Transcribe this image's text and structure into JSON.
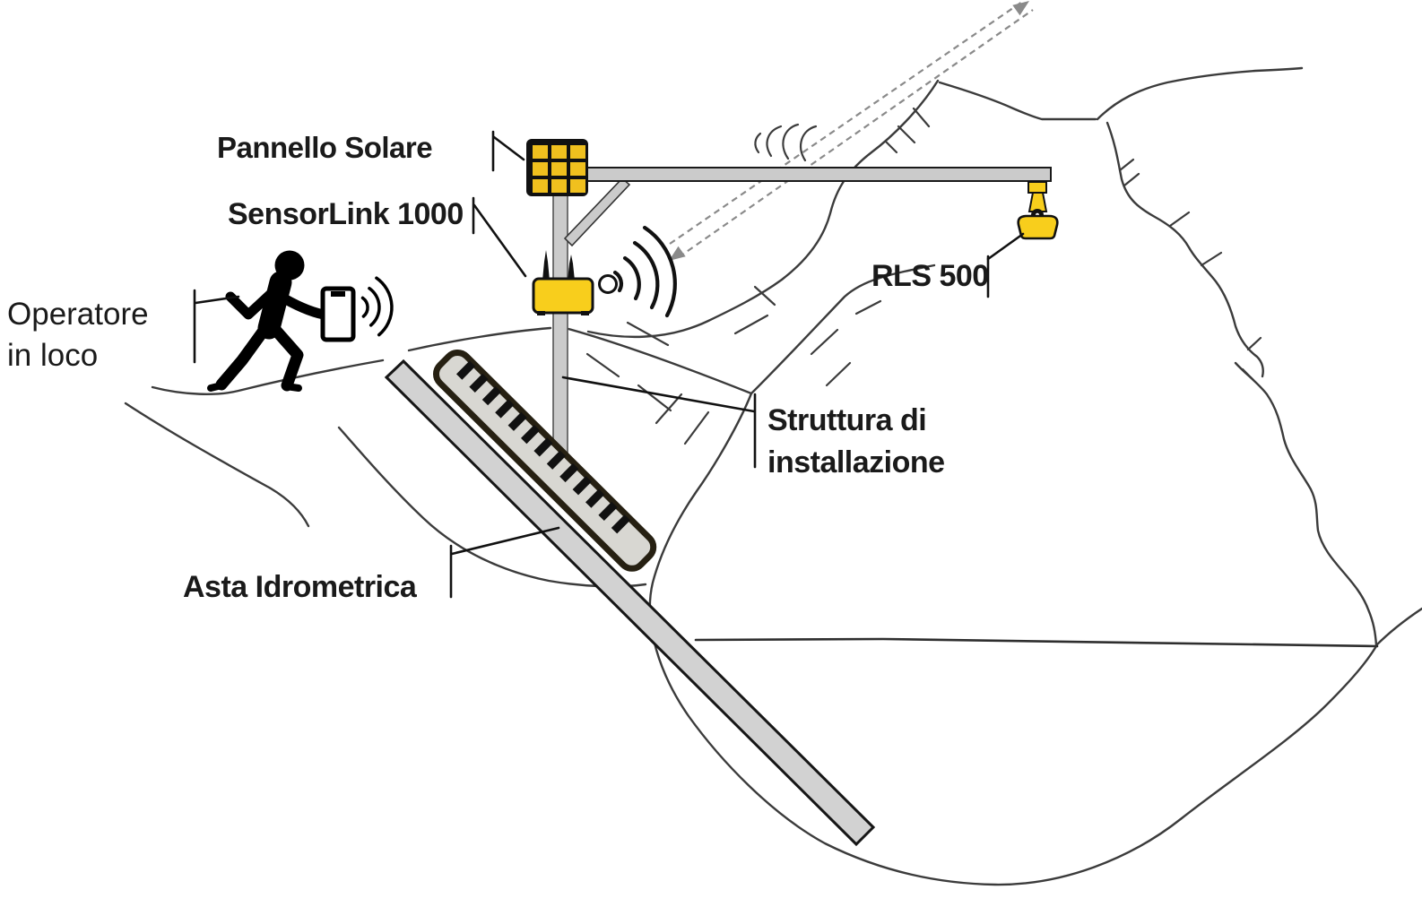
{
  "labels": {
    "solar_panel": "Pannello Solare",
    "sensor_unit": "SensorLink 1000",
    "operator_line1": "Operatore",
    "operator_line2": "in loco",
    "radar_sensor": "RLS 500",
    "mount_structure_line1": "Struttura di",
    "mount_structure_line2": "installazione",
    "staff_gauge": "Asta Idrometrica"
  },
  "colors": {
    "device_yellow": "#F8CE1C",
    "panel_cell_yellow": "#F0C01E",
    "metal_gray": "#CBCBCB",
    "plank_gray": "#D2D2D2",
    "ruler_gray": "#D8D7D2",
    "ruler_border": "#262012",
    "outline_ink": "#1A1A1A",
    "terrain_ink": "#3B3B3B",
    "dashed_link_gray": "#8A8A8A"
  },
  "icons": {
    "station_wireless": "wifi-waves-icon",
    "phone_wireless": "wifi-waves-icon",
    "satellite_link": "dashed-double-arrow-icon",
    "solar": "solar-panel-grid-icon",
    "operator": "walking-person-icon",
    "smartphone": "smartphone-icon"
  }
}
